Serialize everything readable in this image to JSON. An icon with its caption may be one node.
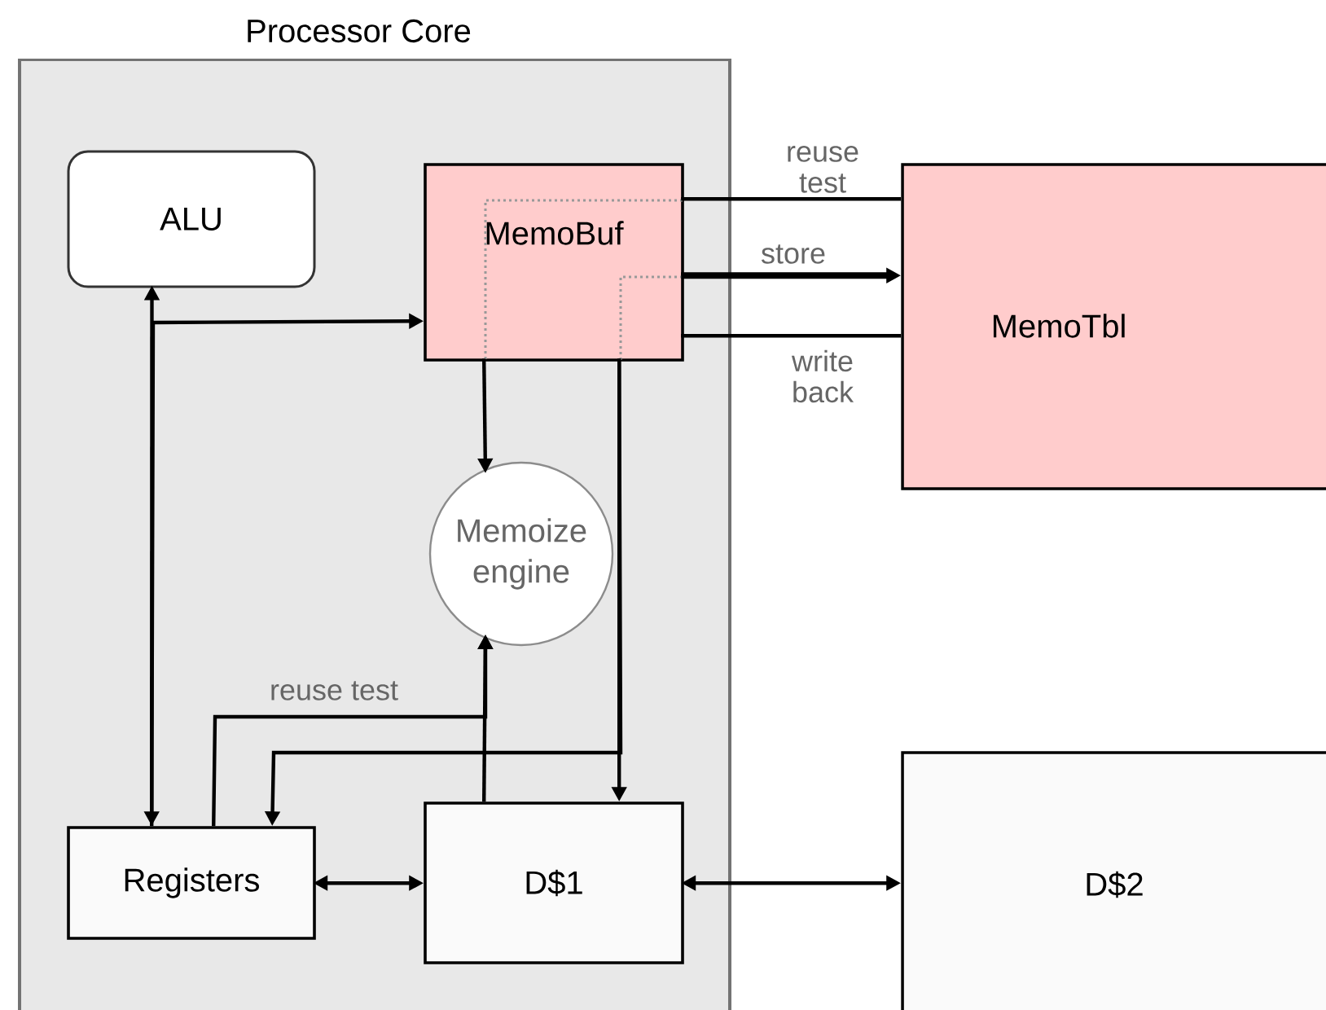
{
  "diagram": {
    "nodes": [
      {
        "text": [
          "Processor Core"
        ]
      },
      {
        "text": [
          "ALU"
        ],
        "in": 0
      },
      {
        "text": [
          "MemoBuf"
        ],
        "in": 0
      },
      {
        "text": [
          "Memoize engine"
        ],
        "in": 0
      },
      {
        "text": [
          "Registers"
        ],
        "in": 0
      },
      {
        "text": [
          "D$1"
        ],
        "in": 0
      },
      {
        "text": [
          "MemoTbl"
        ]
      },
      {
        "text": [
          "D$2"
        ]
      }
    ],
    "edges": [
      {
        "from": 1,
        "to": 4,
        "arrow": "both"
      },
      {
        "from": 4,
        "to": 2,
        "arrow": "to"
      },
      {
        "from": 2,
        "to": 3,
        "arrow": "to"
      },
      {
        "from": 2,
        "to": 5,
        "arrow": "to"
      },
      {
        "from": 2,
        "to": 4,
        "arrow": "to"
      },
      {
        "from": 4,
        "to": 3,
        "arrow": "to",
        "label": "reuse test"
      },
      {
        "from": 5,
        "to": 3,
        "arrow": "to"
      },
      {
        "from": 4,
        "to": 5,
        "arrow": "both"
      },
      {
        "from": 5,
        "to": 7,
        "arrow": "both"
      },
      {
        "from": 2,
        "to": 6,
        "arrow": "none",
        "label": "reuse test"
      },
      {
        "from": 2,
        "to": 6,
        "arrow": "to",
        "label": "store",
        "style": "thick"
      },
      {
        "from": 2,
        "to": 6,
        "arrow": "none",
        "label": "write back"
      }
    ]
  }
}
